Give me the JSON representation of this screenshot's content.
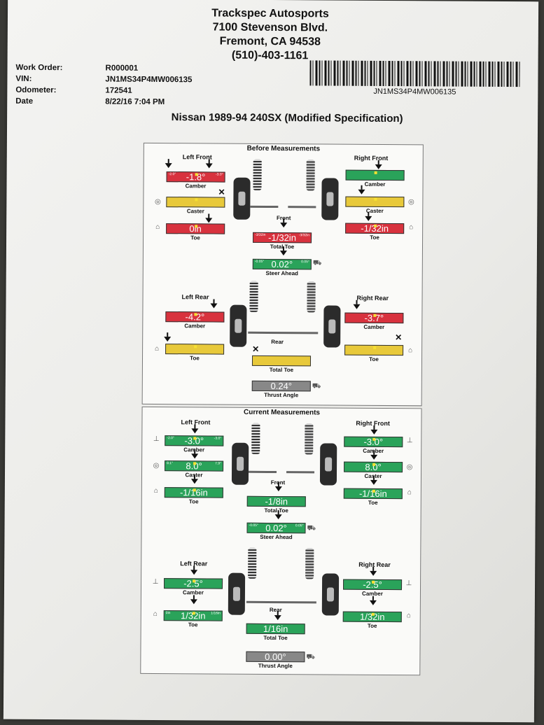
{
  "shop": {
    "name": "Trackspec Autosports",
    "address1": "7100 Stevenson Blvd.",
    "address2": "Fremont, CA 94538",
    "phone": "(510)-403-1161"
  },
  "info": {
    "work_order_label": "Work Order:",
    "work_order": "R000001",
    "vin_label": "VIN:",
    "vin": "JN1MS34P4MW006135",
    "odometer_label": "Odometer:",
    "odometer": "172541",
    "date_label": "Date",
    "date": "8/22/16 7:04 PM"
  },
  "barcode_text": "JN1MS34P4MW006135",
  "vehicle": "Nissan 1989-94 240SX (Modified Specification)",
  "labels": {
    "left_front": "Left Front",
    "right_front": "Right Front",
    "left_rear": "Left Rear",
    "right_rear": "Right Rear",
    "camber": "Camber",
    "caster": "Caster",
    "toe": "Toe",
    "front": "Front",
    "rear": "Rear",
    "total_toe": "Total Toe",
    "steer_ahead": "Steer Ahead",
    "thrust_angle": "Thrust Angle"
  },
  "before": {
    "title": "Before Measurements",
    "lf_camber": "-1.8°",
    "lf_caster": "",
    "lf_toe": "0in",
    "rf_camber": "",
    "rf_caster": "",
    "rf_toe": "-1/32in",
    "front_total_toe": "-1/32in",
    "steer_ahead": "0.02°",
    "lr_camber": "-4.2°",
    "lr_toe": "",
    "rr_camber": "-3.7°",
    "rr_toe": "",
    "rear_total_toe": "",
    "thrust_angle": "0.24°",
    "lim_camber_l": "-2.0°",
    "lim_camber_r": "-3.0°",
    "lim_toe_l": "-3/32in",
    "lim_toe_r": "-3/32in",
    "lim_steer_l": "-0.05°",
    "lim_steer_r": "0.05°"
  },
  "current": {
    "title": "Current Measurements",
    "lf_camber": "-3.0°",
    "lf_caster": "8.0°",
    "lf_toe": "-1/16in",
    "rf_camber": "-3.0°",
    "rf_caster": "8.0°",
    "rf_toe": "-1/16in",
    "front_total_toe": "-1/8in",
    "steer_ahead": "0.02°",
    "lr_camber": "-2.5°",
    "lr_toe": "1/32in",
    "rr_camber": "-2.5°",
    "rr_toe": "1/32in",
    "rear_total_toe": "1/16in",
    "thrust_angle": "0.00°",
    "lim_camber_l": "-2.0°",
    "lim_camber_r": "-3.0°",
    "lim_caster_l": "8.1°",
    "lim_caster_r": "7.9°",
    "lim_toe_l": "0in",
    "lim_toe_r": "1/16in",
    "lim_steer_l": "-0.05°",
    "lim_steer_r": "0.05°"
  },
  "colors": {
    "red": "#d8323e",
    "yellow": "#e8c93a",
    "green": "#2aa35a",
    "gray": "#888888"
  }
}
